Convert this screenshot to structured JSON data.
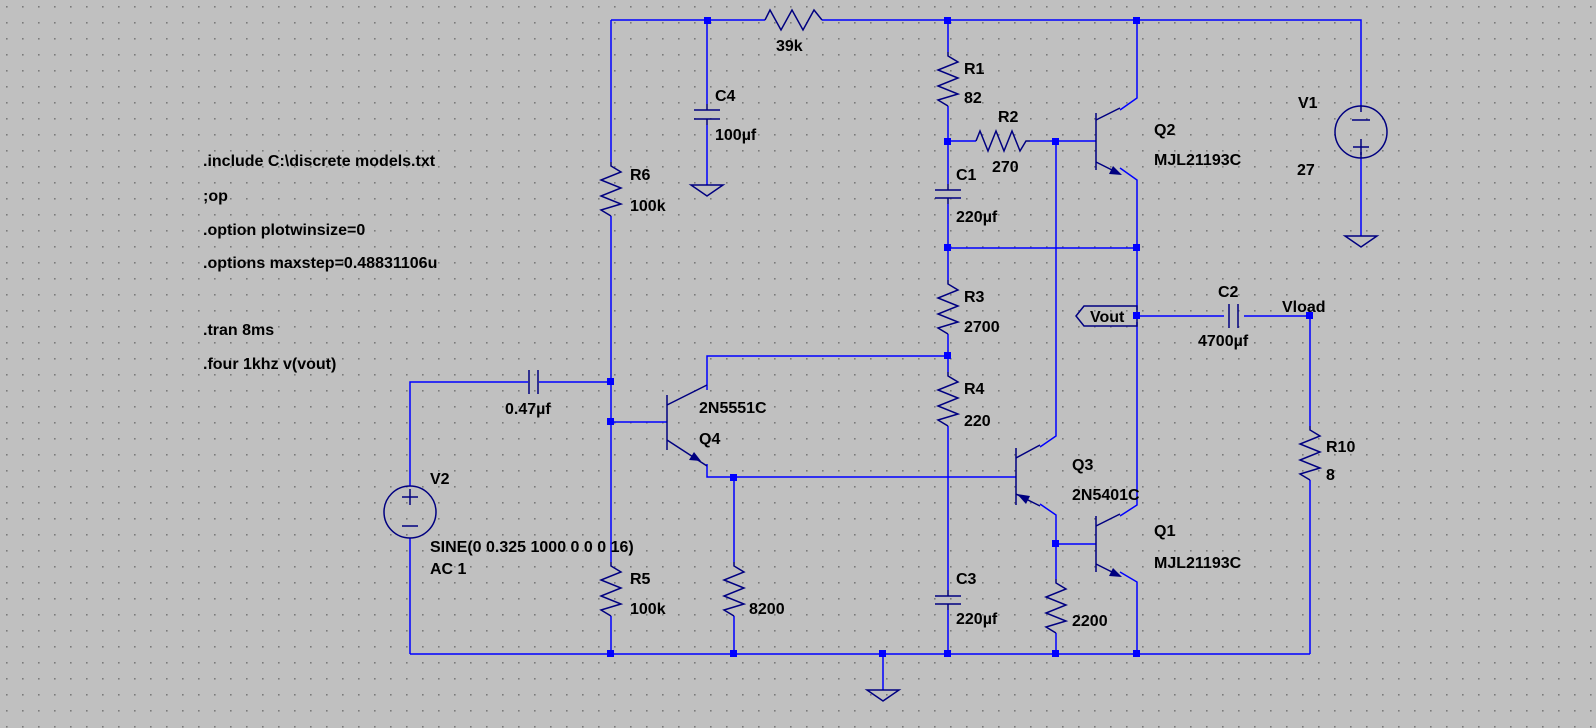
{
  "directives": [
    ".include C:\\discrete models.txt",
    ";op",
    ".option plotwinsize=0",
    ".options maxstep=0.48831106u",
    ".tran 8ms",
    ".four 1khz v(vout)"
  ],
  "components": {
    "r_top": {
      "value": "39k"
    },
    "C4": {
      "name": "C4",
      "value": "100µf"
    },
    "R1": {
      "name": "R1",
      "value": "82"
    },
    "R2": {
      "name": "R2",
      "value": "270"
    },
    "C1": {
      "name": "C1",
      "value": "220µf"
    },
    "R6": {
      "name": "R6",
      "value": "100k"
    },
    "R3": {
      "name": "R3",
      "value": "2700"
    },
    "R4": {
      "name": "R4",
      "value": "220"
    },
    "C3": {
      "name": "C3",
      "value": "220µf"
    },
    "R5": {
      "name": "R5",
      "value": "100k"
    },
    "R_8200": {
      "value": "8200"
    },
    "R_2200": {
      "value": "2200"
    },
    "C_in": {
      "value": "0.47µf"
    },
    "C2": {
      "name": "C2",
      "value": "4700µf"
    },
    "R10": {
      "name": "R10",
      "value": "8"
    },
    "V1": {
      "name": "V1",
      "value": "27"
    },
    "V2": {
      "name": "V2",
      "value": "SINE(0 0.325 1000 0 0 0 16)",
      "ac": "AC 1"
    },
    "Q1": {
      "name": "Q1",
      "model": "MJL21193C"
    },
    "Q2": {
      "name": "Q2",
      "model": "MJL21193C"
    },
    "Q3": {
      "name": "Q3",
      "model": "2N5401C"
    },
    "Q4": {
      "name": "Q4",
      "model": "2N5551C"
    }
  },
  "nets": {
    "vout": "Vout",
    "vload": "Vload"
  },
  "colors": {
    "background": "#c0c0c0",
    "wire": "#0000ff",
    "component": "#000080",
    "grid": "#7a7a7a"
  }
}
